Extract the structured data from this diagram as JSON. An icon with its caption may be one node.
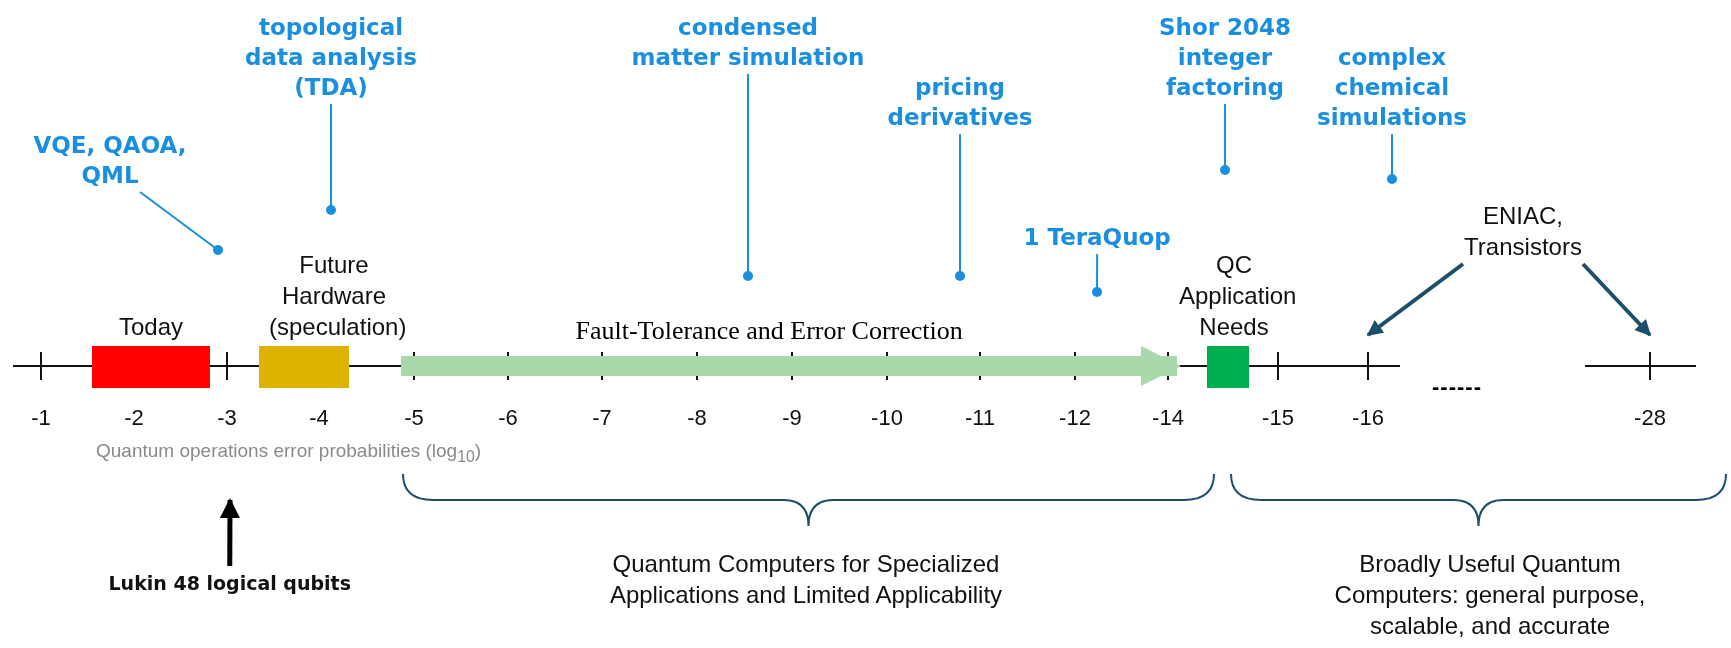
{
  "diagram": {
    "nodes": [
      {
        "text": [
          "VQE, QAOA, QML"
        ]
      },
      {
        "text": [
          "topological data analysis (TDA)"
        ]
      },
      {
        "text": [
          "condensed matter simulation"
        ]
      },
      {
        "text": [
          "pricing derivatives"
        ]
      },
      {
        "text": [
          "1 TeraQuop"
        ]
      },
      {
        "text": [
          "Shor 2048 integer factoring"
        ]
      },
      {
        "text": [
          "complex chemical simulations"
        ]
      },
      {
        "text": [
          "Today"
        ]
      },
      {
        "text": [
          "Future Hardware (speculation)"
        ]
      },
      {
        "text": [
          "QC Application Needs"
        ]
      },
      {
        "text": [
          "ENIAC, Transistors"
        ]
      },
      {
        "text": [
          "Lukin 48 logical qubits"
        ]
      }
    ],
    "edges": [
      {
        "from": 0,
        "to": null,
        "arrow": "other"
      },
      {
        "from": 1,
        "to": null,
        "arrow": "other"
      },
      {
        "from": 2,
        "to": null,
        "arrow": "other"
      },
      {
        "from": 3,
        "to": null,
        "arrow": "other"
      },
      {
        "from": 4,
        "to": null,
        "arrow": "other"
      },
      {
        "from": 5,
        "to": null,
        "arrow": "other"
      },
      {
        "from": 6,
        "to": null,
        "arrow": "other"
      },
      {
        "from": 8,
        "to": 9,
        "arrow": "to",
        "label": "Fault-Tolerance and Error Correction",
        "style": "thick",
        "color": "#a9d8ab"
      },
      {
        "from": 10,
        "to": null,
        "arrow": "to",
        "color": "#1d4e6b"
      },
      {
        "from": 10,
        "to": null,
        "arrow": "to",
        "color": "#1d4e6b"
      },
      {
        "from": 11,
        "to": null,
        "arrow": "to",
        "style": "thick",
        "color": "#000000"
      }
    ],
    "labels": [
      "-1",
      "-2",
      "-3",
      "-4",
      "-5",
      "-6",
      "-7",
      "-8",
      "-9",
      "-10",
      "-11",
      "-12",
      "-14",
      "-15",
      "-16",
      "------",
      "-28",
      "Quantum operations error probabilities (log$_{10}$)",
      "Quantum Computers for Specialized Applications and Limited Applicability",
      "Broadly Useful Quantum Computers: general purpose, scalable, and accurate"
    ]
  }
}
